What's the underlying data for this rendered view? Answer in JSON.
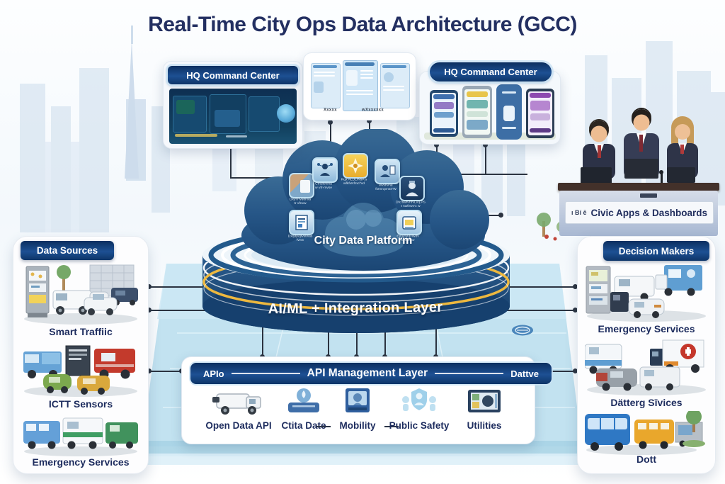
{
  "title": "Real-Time City Ops Data Architecture (GCC)",
  "top": {
    "left_command": {
      "header": "HQ Command Center"
    },
    "middle_dashboard": {
      "captions": [
        "Xxxxx",
        "wXxxxxxx"
      ]
    },
    "right_command": {
      "header": "HQ Command Center"
    }
  },
  "cloud": {
    "label": "City Data Platform",
    "tiles": [
      {
        "icon": "photo-document-icon",
        "caption": "Dxyf'Hvstfnxa\ntr vfnxw"
      },
      {
        "icon": "people-network-icon",
        "caption": "Cmdtvtvna\nw vfr-mvse"
      },
      {
        "icon": "sparkle-pin-icon",
        "caption": "Rqx ALDLfNsA s\nwfkfvKfmcf'vd"
      },
      {
        "icon": "person-document-icon",
        "caption": "wvshvne\nfDmrqvnse'W"
      },
      {
        "icon": "person-portrait-icon",
        "caption": "Dfo'swfvHfvLvq,PS\nt swfvwv'x w"
      },
      {
        "icon": "report-icon",
        "caption": "Dxqdpdjfvstwas\nfvnw"
      },
      {
        "icon": "folder-icon",
        "caption": "Exqvfvfdvlwdv\nkvtqvvtw"
      }
    ]
  },
  "integration_layer": {
    "label": "AI/ML + Integration Layer"
  },
  "api_layer": {
    "bar": {
      "left": "APIo",
      "center": "API Management Layer",
      "right": "Dattve"
    },
    "items": [
      {
        "icon": "truck-icon",
        "label": "Open Data API"
      },
      {
        "icon": "data-droplet-icon",
        "label": "Ctita Date"
      },
      {
        "icon": "kiosk-icon",
        "label": "Mobility"
      },
      {
        "icon": "safety-figures-icon",
        "label": "Public Safety"
      },
      {
        "icon": "tablet-icon",
        "label": "Utilities"
      }
    ]
  },
  "left_sidebar": {
    "header": "Data Sources",
    "items": [
      {
        "label": "Smart Traffiic"
      },
      {
        "label": "ICTT Sensors"
      },
      {
        "label": "Emergency Services"
      }
    ]
  },
  "right_sidebar": {
    "header": "Decision Makers",
    "items": [
      {
        "label": "Emergency Services"
      },
      {
        "label": "Dätterg Sīvices"
      },
      {
        "label": "Dott"
      }
    ]
  },
  "civic_desk": {
    "prefix": "ı Bí ē",
    "label": "Civic Apps & Dashboards"
  },
  "colors": {
    "navy_text": "#22305c",
    "header_navy": "#0e3467",
    "cloud_blue": "#26598a",
    "gold": "#eab23d",
    "road_blue": "#bfe0ef"
  }
}
